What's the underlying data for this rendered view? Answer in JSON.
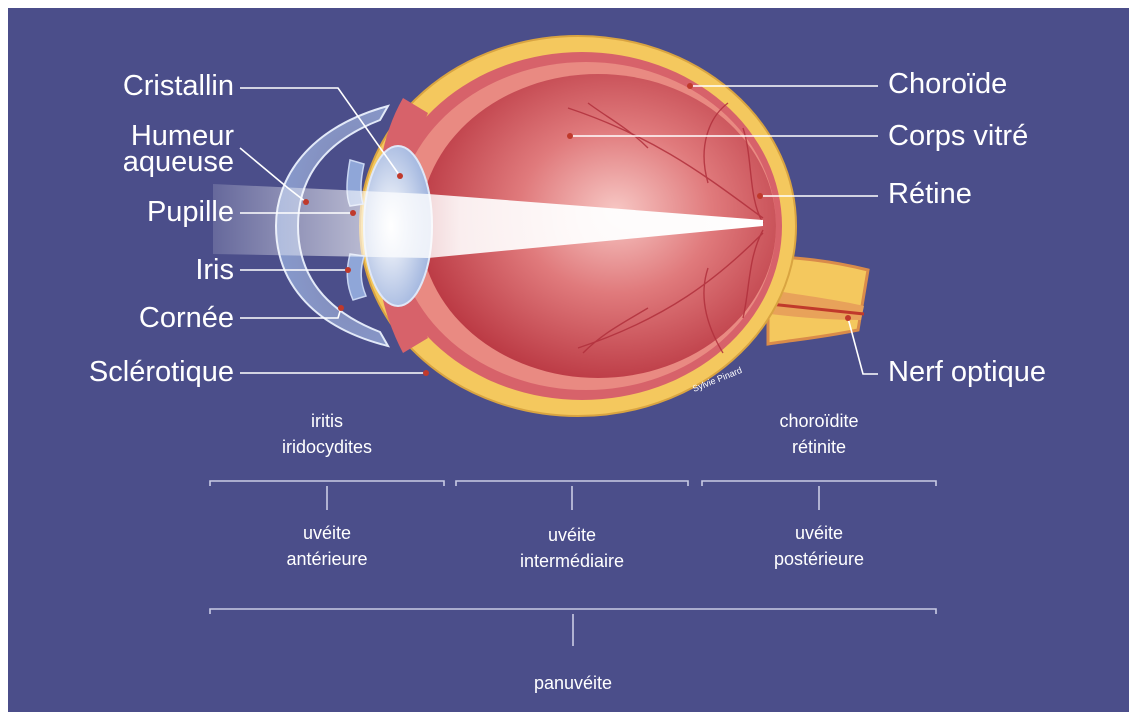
{
  "labels": {
    "cristallin": "Cristallin",
    "humeur_line1": "Humeur",
    "humeur_line2": "aqueuse",
    "pupille": "Pupille",
    "iris": "Iris",
    "cornee": "Cornée",
    "sclerotique": "Sclérotique",
    "choroide": "Choroïde",
    "corps_vitre": "Corps vitré",
    "retine": "Rétine",
    "nerf_optique": "Nerf optique"
  },
  "conditions": {
    "anterior_1": "iritis",
    "anterior_2": "iridocydites",
    "posterior_1": "choroïdite",
    "posterior_2": "rétinite"
  },
  "uveitis": {
    "anterieure_1": "uvéite",
    "anterieure_2": "antérieure",
    "intermediaire_1": "uvéite",
    "intermediaire_2": "intermédiaire",
    "posterieure_1": "uvéite",
    "posterieure_2": "postérieure",
    "pan": "panuvéite"
  },
  "signature": "Sylvie Pinard",
  "colors": {
    "background": "#4b4e8a",
    "sclera": "#f4c85e",
    "choroid": "#d7626a",
    "vitreous": "#c9454f",
    "leader": "#ffffff"
  }
}
